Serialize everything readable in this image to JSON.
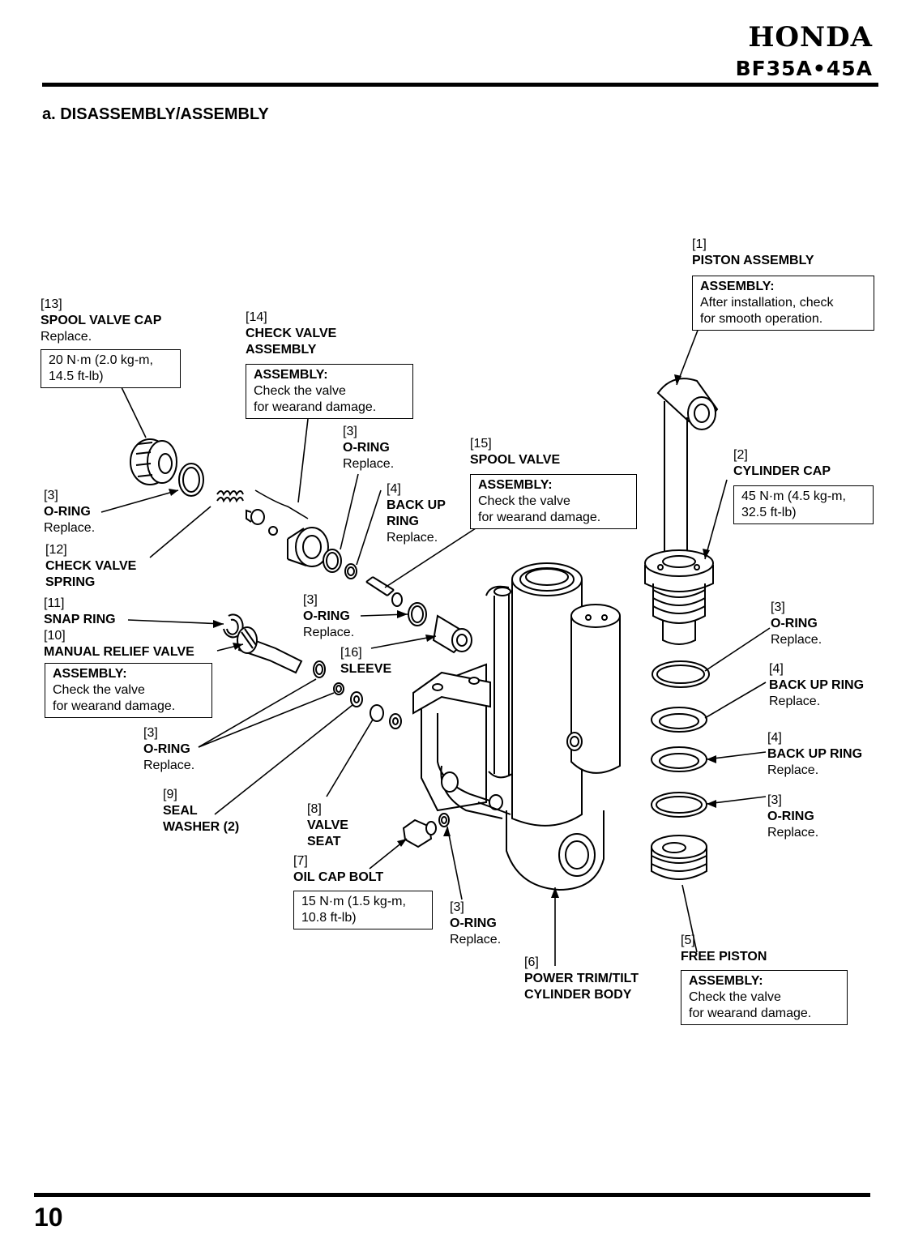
{
  "header": {
    "brand": "HONDA",
    "model": "BF35A•45A"
  },
  "section_title": "a. DISASSEMBLY/ASSEMBLY",
  "page_number": "10",
  "callouts": {
    "piston_assembly": {
      "num": "[1]",
      "name": "PISTON ASSEMBLY",
      "box": {
        "head": "ASSEMBLY:",
        "lines": [
          "After installation, check",
          "for smooth operation."
        ]
      }
    },
    "cylinder_cap": {
      "num": "[2]",
      "name": "CYLINDER CAP",
      "box": {
        "lines": [
          "45 N·m (4.5 kg-m,",
          "32.5 ft-lb)"
        ]
      }
    },
    "spool_valve_cap": {
      "num": "[13]",
      "name": "SPOOL VALVE CAP",
      "note": "Replace.",
      "box": {
        "lines": [
          "20 N·m (2.0 kg-m,",
          "14.5 ft-lb)"
        ]
      }
    },
    "check_valve_assembly": {
      "num": "[14]",
      "name_lines": [
        "CHECK VALVE",
        "ASSEMBLY"
      ],
      "box": {
        "head": "ASSEMBLY:",
        "lines": [
          "Check the valve",
          "for wearand damage."
        ]
      }
    },
    "spool_valve": {
      "num": "[15]",
      "name": "SPOOL VALVE",
      "box": {
        "head": "ASSEMBLY:",
        "lines": [
          "Check the valve",
          "for wearand damage."
        ]
      }
    },
    "o_ring_top": {
      "num": "[3]",
      "name": "O-RING",
      "note": "Replace."
    },
    "back_up_ring_top": {
      "num": "[4]",
      "name_lines": [
        "BACK UP",
        "RING"
      ],
      "note": "Replace."
    },
    "o_ring_left": {
      "num": "[3]",
      "name": "O-RING",
      "note": "Replace."
    },
    "check_valve_spring": {
      "num": "[12]",
      "name_lines": [
        "CHECK VALVE",
        "SPRING"
      ]
    },
    "snap_ring": {
      "num": "[11]",
      "name": "SNAP RING"
    },
    "manual_relief_valve": {
      "num": "[10]",
      "name": "MANUAL RELIEF VALVE",
      "box": {
        "head": "ASSEMBLY:",
        "lines": [
          "Check the valve",
          "for wearand damage."
        ]
      }
    },
    "o_ring_mid": {
      "num": "[3]",
      "name": "O-RING",
      "note": "Replace."
    },
    "sleeve": {
      "num": "[16]",
      "name": "SLEEVE"
    },
    "o_ring_lower_left": {
      "num": "[3]",
      "name": "O-RING",
      "note": "Replace."
    },
    "seal_washer": {
      "num": "[9]",
      "name_lines": [
        "SEAL",
        "WASHER (2)"
      ]
    },
    "valve_seat": {
      "num": "[8]",
      "name_lines": [
        "VALVE",
        "SEAT"
      ]
    },
    "oil_cap_bolt": {
      "num": "[7]",
      "name": "OIL CAP BOLT",
      "box": {
        "lines": [
          "15 N·m (1.5 kg-m,",
          "10.8 ft-lb)"
        ]
      }
    },
    "o_ring_bottom": {
      "num": "[3]",
      "name": "O-RING",
      "note": "Replace."
    },
    "cylinder_body": {
      "num": "[6]",
      "name_lines": [
        "POWER TRIM/TILT",
        "CYLINDER BODY"
      ]
    },
    "free_piston": {
      "num": "[5]",
      "name": "FREE PISTON",
      "box": {
        "head": "ASSEMBLY:",
        "lines": [
          "Check the valve",
          "for wearand damage."
        ]
      }
    },
    "o_ring_right_1": {
      "num": "[3]",
      "name": "O-RING",
      "note": "Replace."
    },
    "back_up_ring_right_1": {
      "num": "[4]",
      "name": "BACK UP RING",
      "note": "Replace."
    },
    "back_up_ring_right_2": {
      "num": "[4]",
      "name": "BACK UP RING",
      "note": "Replace."
    },
    "o_ring_right_2": {
      "num": "[3]",
      "name": "O-RING",
      "note": "Replace."
    }
  }
}
